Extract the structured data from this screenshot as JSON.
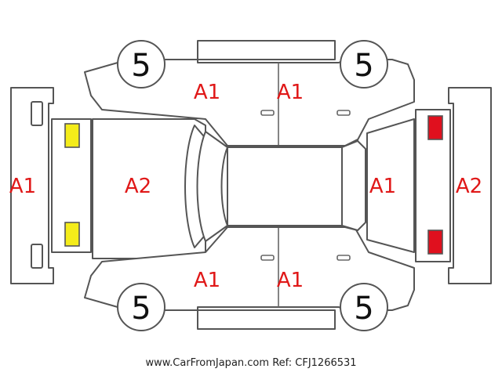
{
  "diagram": {
    "panels": {
      "front_bumper": "A1",
      "hood": "A2",
      "front_left_door": "A1",
      "rear_left_door": "A1",
      "front_right_door": "A1",
      "rear_right_door": "A1",
      "tailgate": "A1",
      "rear_bumper": "A2"
    },
    "tires": {
      "front_left": "5",
      "rear_left": "5",
      "front_right": "5",
      "rear_right": "5"
    },
    "lamps": {
      "front_color": "#f4ec1a",
      "rear_color": "#e0101e"
    },
    "grade_color": "#e01818"
  },
  "footer": {
    "website": "www.CarFromJapan.com",
    "ref": "Ref: CFJ1266531"
  }
}
